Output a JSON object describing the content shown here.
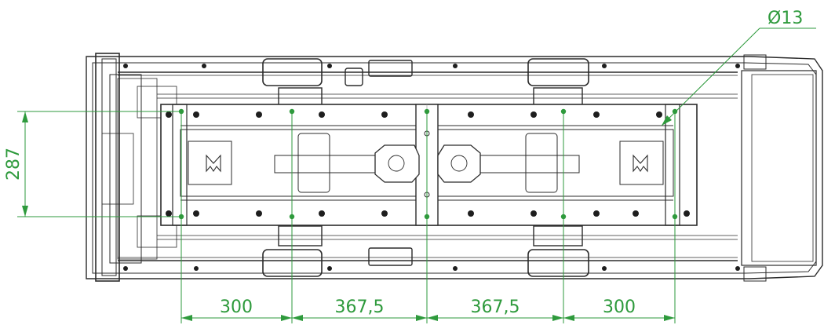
{
  "drawing": {
    "diameter_callout": "Ø13",
    "vertical_dimension": "287",
    "horizontal_dimensions": [
      "300",
      "367,5",
      "367,5",
      "300"
    ]
  },
  "colors": {
    "dimension_green": "#2e9a3c",
    "line_dark": "#2b2b2b",
    "part_gray": "#9a9a9a",
    "plate_fill": "#ffffff",
    "bolt_dark": "#1e1e1e"
  }
}
